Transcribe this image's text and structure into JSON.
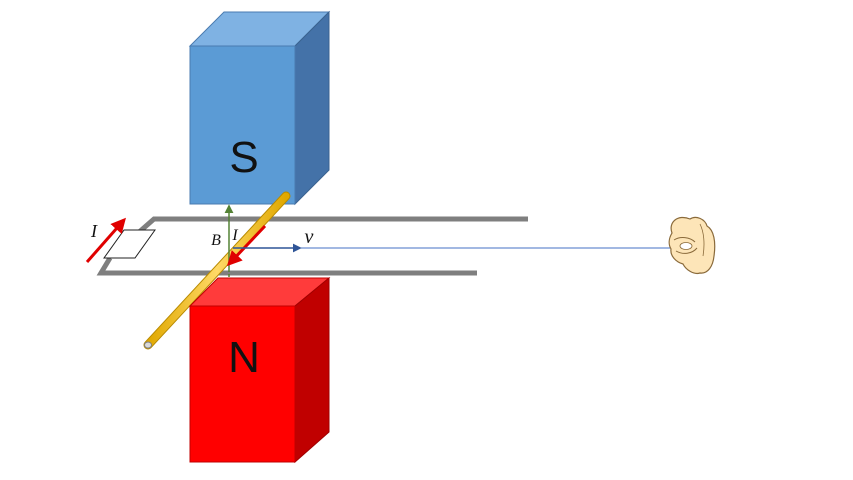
{
  "magnets": {
    "top_pole": "S",
    "bottom_pole": "N"
  },
  "labels": {
    "current_left": "I",
    "current_rod": "I",
    "field": "B",
    "velocity": "v"
  },
  "colors": {
    "south_front": "#5b9bd5",
    "south_top": "#7fb2e3",
    "south_side": "#4472a8",
    "north_front": "#ff0000",
    "north_top": "#ff3b3b",
    "north_side": "#c00000",
    "rail": "#7f7f7f",
    "rod": "#f2c94c",
    "current_arrow": "#e00000",
    "field_arrow": "#548235",
    "velocity_arrow": "#2f5597",
    "pull_string": "#4472c4"
  },
  "icons": {
    "hand": "pulling-hand-icon",
    "resistor": "resistor-icon"
  }
}
